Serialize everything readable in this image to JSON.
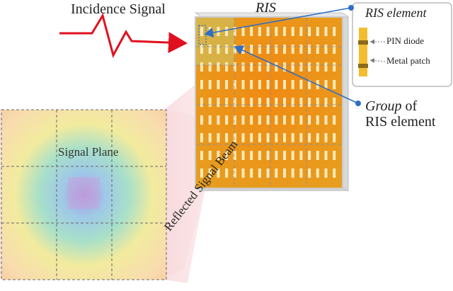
{
  "labels": {
    "incidence_signal": "Incidence Signal",
    "ris": "RIS",
    "ris_element": "RIS element",
    "pin_diode": "PIN diode",
    "metal_patch": "Metal patch",
    "group_word": "Group",
    "group_of": " of",
    "ris_element_line": "RIS element",
    "signal_plane": "Signal Plane",
    "reflected_signal_beam": "Reflected Signal Beam"
  },
  "colors": {
    "incidence_arrow": "#e0101f",
    "ris_panel": "#eb8f16",
    "ris_panel_edge": "#c8c8c8",
    "patch": "#fff1c7",
    "pointer": "#2f6fc4",
    "beam": "#f2b6ba",
    "plane_center": "#b89bdc",
    "plane_edge": "#f7dcb2"
  },
  "icons": {
    "incidence_wave": "zigzag-arrow-icon",
    "pointer_dot": "blue-dot-icon"
  }
}
